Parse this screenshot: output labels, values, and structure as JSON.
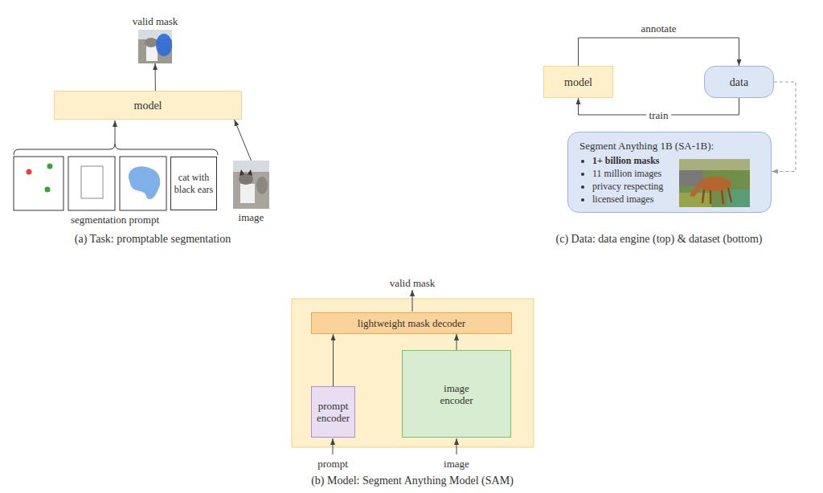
{
  "diagram": {
    "nodes": [
      {
        "text": [
          "valid mask"
        ]
      },
      {
        "text": [
          "model"
        ]
      },
      {
        "text": [
          "cat with black ears"
        ]
      },
      {
        "text": [
          "image"
        ]
      },
      {
        "text": [
          "model"
        ]
      },
      {
        "text": [
          "data"
        ]
      },
      {
        "text": [
          "Segment Anything 1B (SA-1B):",
          "1+ billion masks",
          "11 million images",
          "privacy respecting",
          "licensed images"
        ]
      },
      {
        "text": [
          "lightweight mask decoder"
        ]
      },
      {
        "text": [
          "image encoder"
        ]
      },
      {
        "text": [
          "prompt encoder"
        ]
      }
    ],
    "edges": [
      {
        "from": 1,
        "to": 0,
        "arrow": "to"
      },
      {
        "from": 3,
        "to": 1,
        "arrow": "to"
      },
      {
        "from": 4,
        "to": 5,
        "label": "annotate",
        "arrow": "to"
      },
      {
        "from": 5,
        "to": 4,
        "label": "train",
        "arrow": "to"
      },
      {
        "from": 5,
        "to": 6,
        "arrow": "to"
      },
      {
        "from": 9,
        "to": 7,
        "arrow": "to"
      },
      {
        "from": 8,
        "to": 7,
        "arrow": "to"
      }
    ],
    "labels": [
      "segmentation prompt",
      "(a) Task: promptable segmentation",
      "(c) Data: data engine (top) & dataset (bottom)",
      "valid mask",
      "prompt",
      "image",
      "(b) Model: Segment Anything Model (SAM)"
    ]
  }
}
